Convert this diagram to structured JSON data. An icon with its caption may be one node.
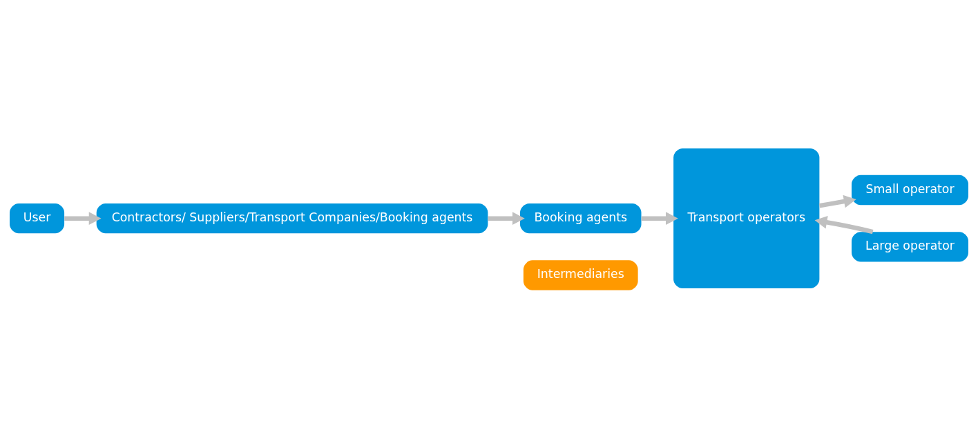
{
  "diagram": {
    "nodes": [
      {
        "text": [
          "User"
        ]
      },
      {
        "text": [
          "Contractors/ Suppliers/Transport Companies/Booking agents"
        ]
      },
      {
        "text": [
          "Booking agents"
        ]
      },
      {
        "text": [
          "Transport operators"
        ]
      },
      {
        "text": [
          "Small operator"
        ]
      },
      {
        "text": [
          "Large operator"
        ]
      },
      {
        "text": [
          "Intermediaries"
        ]
      }
    ],
    "edges": [
      {
        "from": 0,
        "to": 1,
        "arrow": "to"
      },
      {
        "from": 1,
        "to": 2,
        "arrow": "to"
      },
      {
        "from": 2,
        "to": 3,
        "arrow": "to"
      },
      {
        "from": 3,
        "to": 4,
        "arrow": "to"
      },
      {
        "from": 5,
        "to": 3,
        "arrow": "to"
      }
    ]
  }
}
